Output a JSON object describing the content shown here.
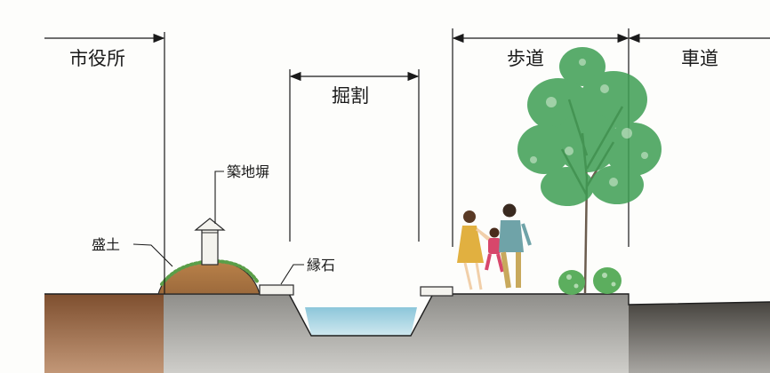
{
  "zones": {
    "city_hall": "市役所",
    "excavation": "掘割",
    "sidewalk": "歩道",
    "roadway": "車道"
  },
  "callouts": {
    "tsuijibei": "築地塀",
    "morido": "盛土",
    "fuchiishi": "縁石"
  },
  "colors": {
    "soil_mound": "#b07a45",
    "soil_left": "#8a5b3a",
    "ground_gray": "#8d8c88",
    "road": "#55524e",
    "water": "#a9d5e4",
    "tree_green": "#3e9e54"
  },
  "icons": [
    "tree-icon",
    "family-figures",
    "shrub-icon",
    "wall-roof-icon"
  ]
}
